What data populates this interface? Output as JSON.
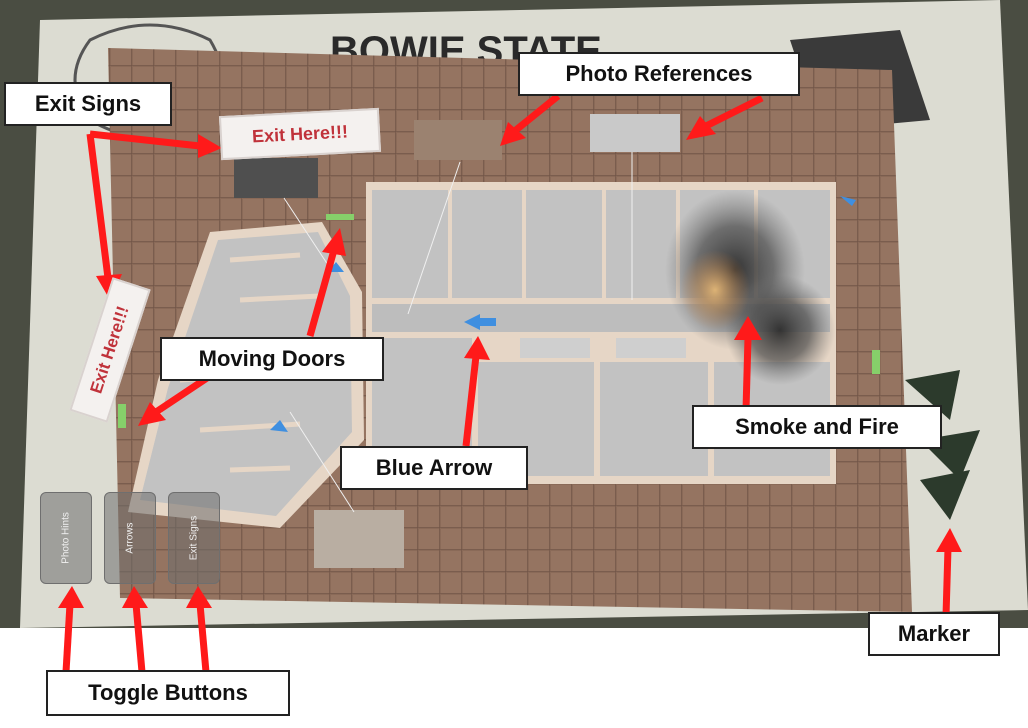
{
  "scene": {
    "marker_text": "BOWIE STATE",
    "exit_sign_text": "Exit Here!!!"
  },
  "callouts": {
    "exit_signs": "Exit Signs",
    "photo_references": "Photo References",
    "moving_doors": "Moving Doors",
    "blue_arrow": "Blue Arrow",
    "smoke_and_fire": "Smoke and Fire",
    "marker": "Marker",
    "toggle_buttons": "Toggle Buttons"
  },
  "toggles": [
    {
      "label": "Photo Hints"
    },
    {
      "label": "Arrows"
    },
    {
      "label": "Exit Signs"
    }
  ],
  "colors": {
    "arrow": "#ff1a1a",
    "exit_text": "#c0323a",
    "floor_tile": "#8a6a58",
    "room_fill": "#c2c2c2",
    "wall": "#e6d6c6",
    "blue_arrow": "#3f8fe0",
    "door": "#86d06a"
  }
}
